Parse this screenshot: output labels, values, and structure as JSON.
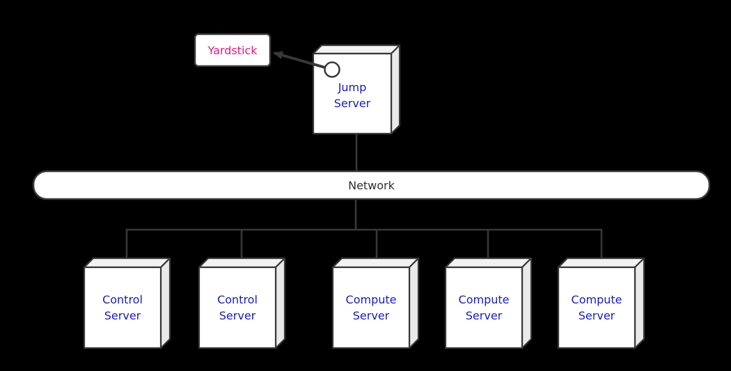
{
  "diagram": {
    "type": "network-topology",
    "colors": {
      "background": "#000000",
      "stroke": "#383838",
      "node-fill": "#ffffff",
      "face-top": "#f2f2f2",
      "face-side": "#e9e9e9",
      "pink": "#f2157d",
      "blue": "#1818d2",
      "network-text": "#2f2f2f"
    },
    "yardstick": {
      "label": "Yardstick"
    },
    "jump_server": {
      "label": "Jump Server"
    },
    "network": {
      "label": "Network"
    },
    "servers": [
      {
        "label": "Control Server"
      },
      {
        "label": "Control Server"
      },
      {
        "label": "Compute Server"
      },
      {
        "label": "Compute Server"
      },
      {
        "label": "Compute Server"
      }
    ]
  }
}
